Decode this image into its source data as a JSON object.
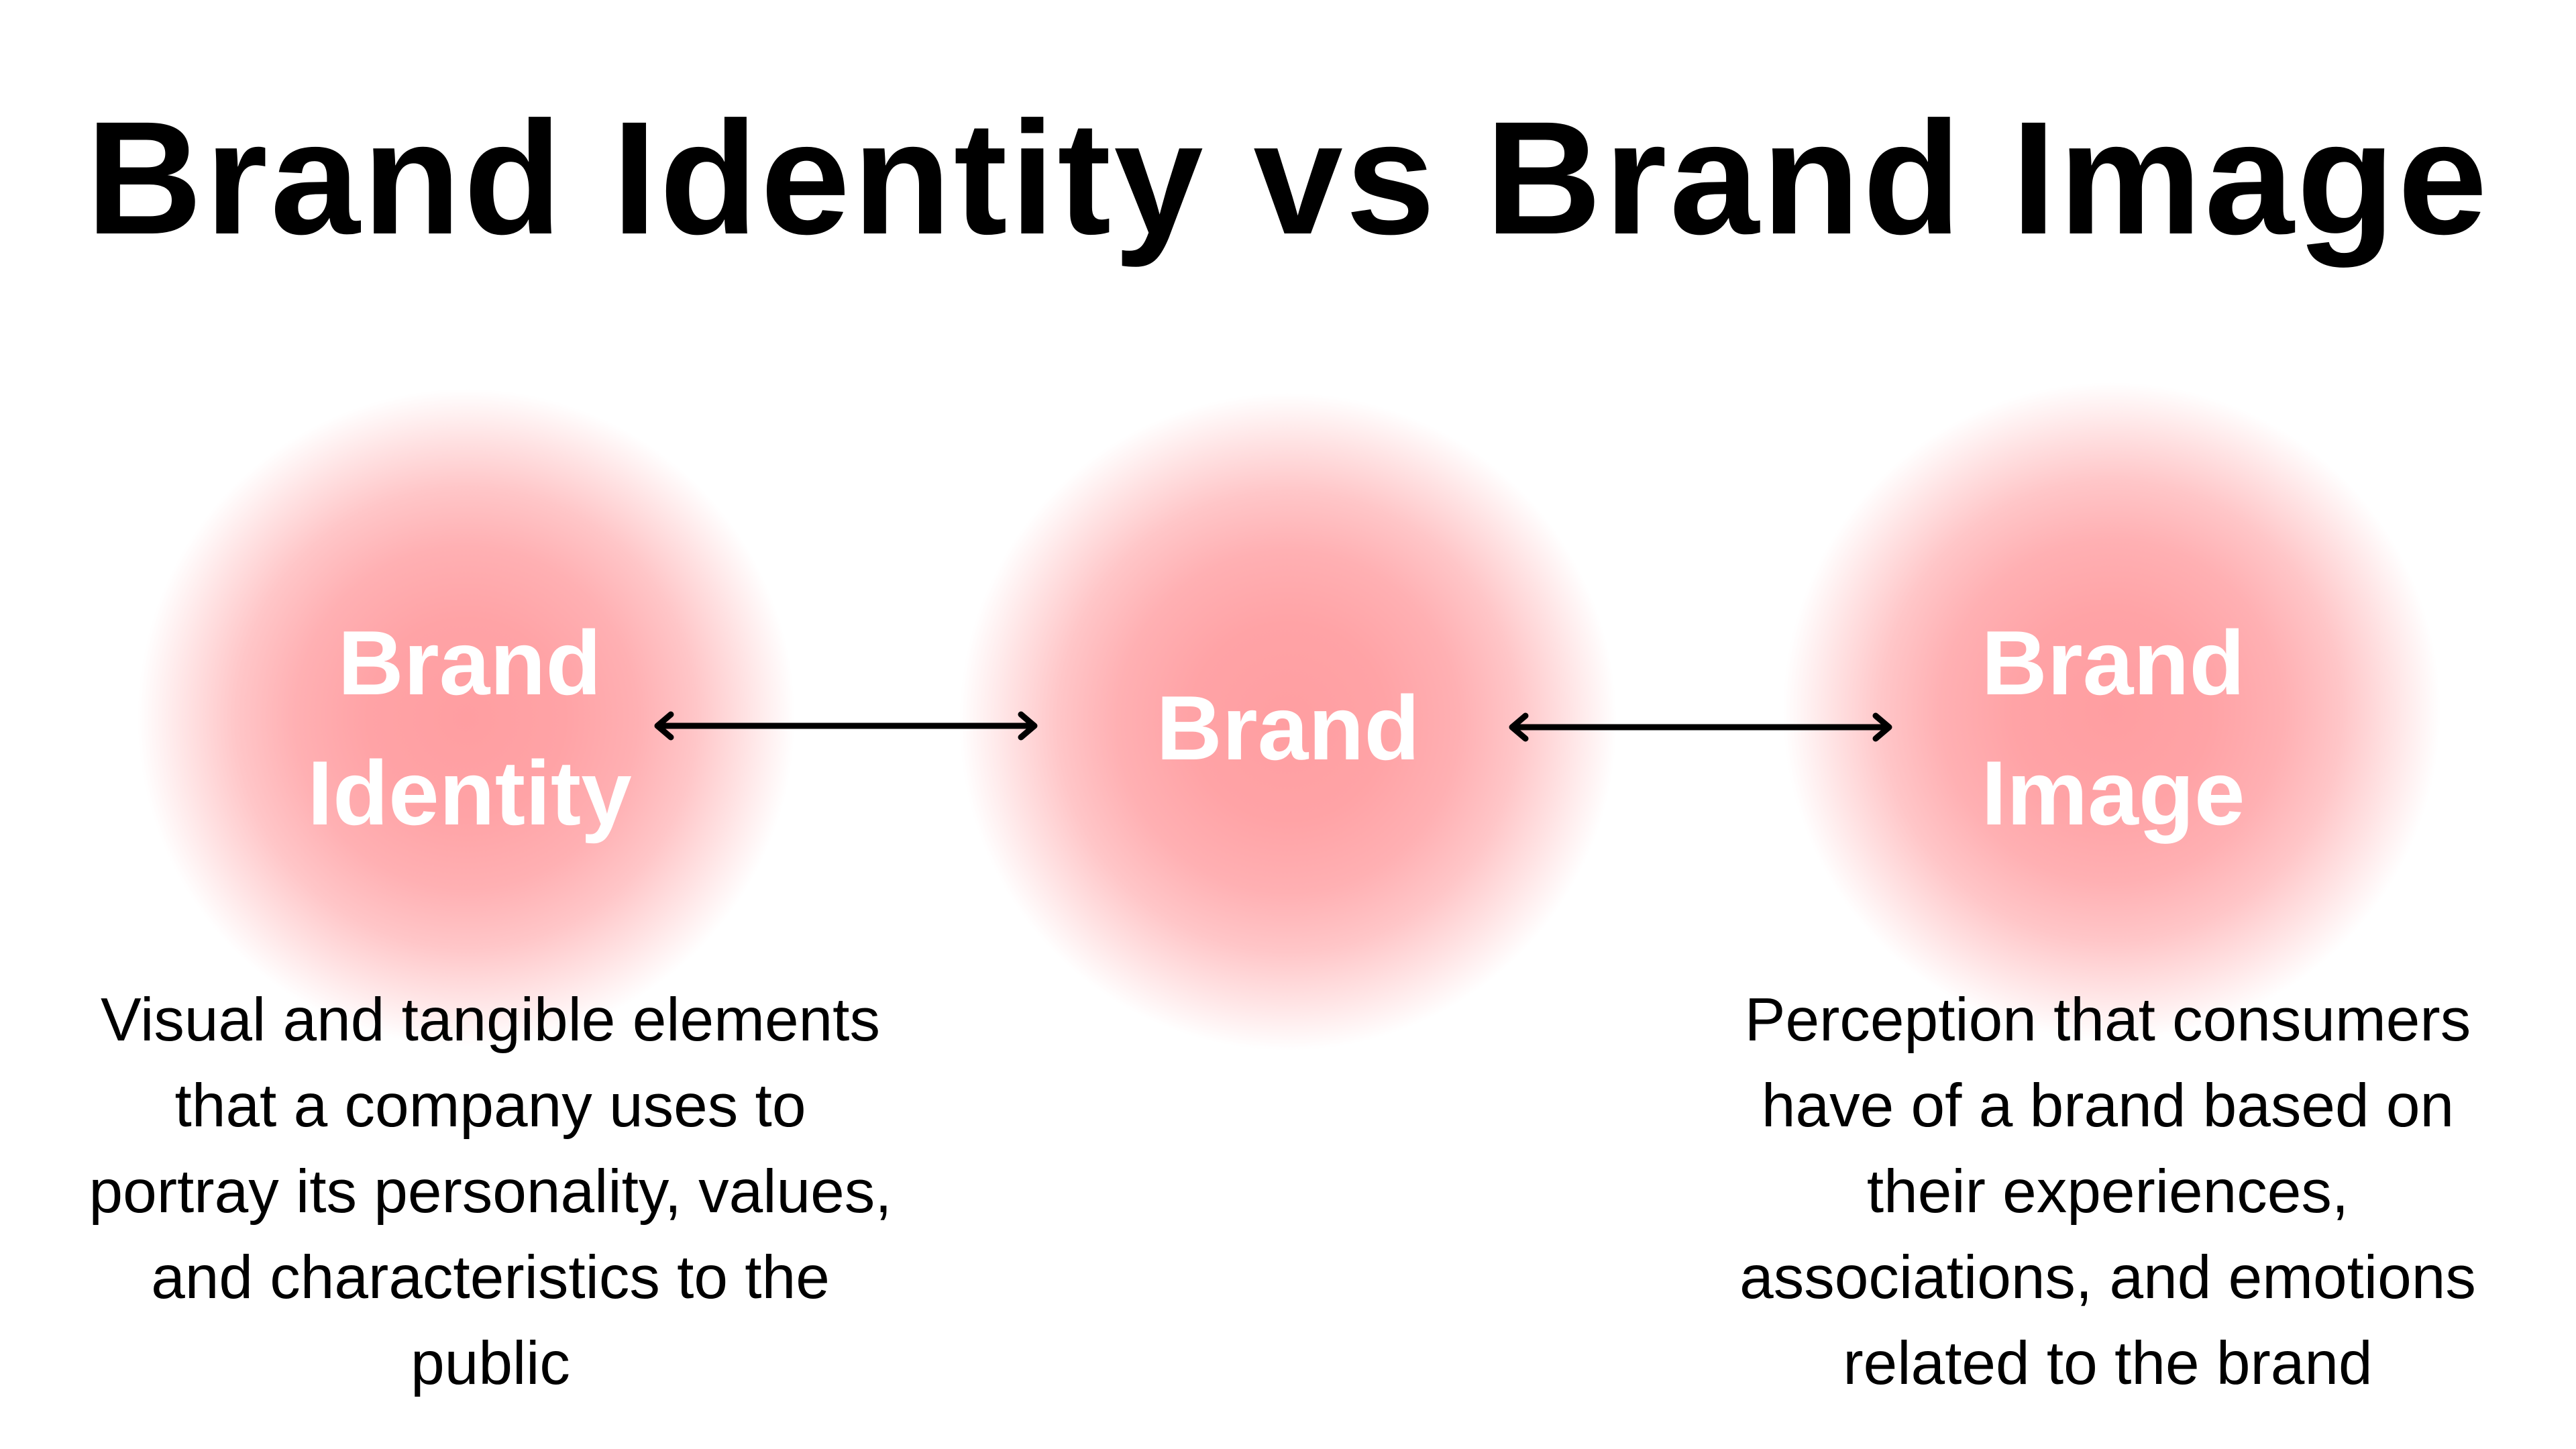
{
  "title": "Brand Identity vs Brand Image",
  "colors": {
    "circle_fill": "#ff9ea1",
    "circle_text": "#ffffff",
    "text": "#000000",
    "background": "#ffffff",
    "arrow": "#000000"
  },
  "nodes": {
    "left": {
      "lines": [
        "Brand",
        "Identity"
      ]
    },
    "middle": {
      "lines": [
        "Brand"
      ]
    },
    "right": {
      "lines": [
        "Brand",
        "Image"
      ]
    }
  },
  "arrows": [
    {
      "from": "Brand Identity",
      "to": "Brand",
      "type": "double-headed"
    },
    {
      "from": "Brand",
      "to": "Brand Image",
      "type": "double-headed"
    }
  ],
  "descriptions": {
    "left": {
      "lines": [
        "Visual and tangible elements",
        "that a company uses to",
        "portray its personality, values,",
        "and characteristics to the",
        "public"
      ]
    },
    "right": {
      "lines": [
        "Perception that consumers",
        "have of a brand based on",
        "their experiences,",
        "associations, and emotions",
        "related to the brand"
      ]
    }
  }
}
